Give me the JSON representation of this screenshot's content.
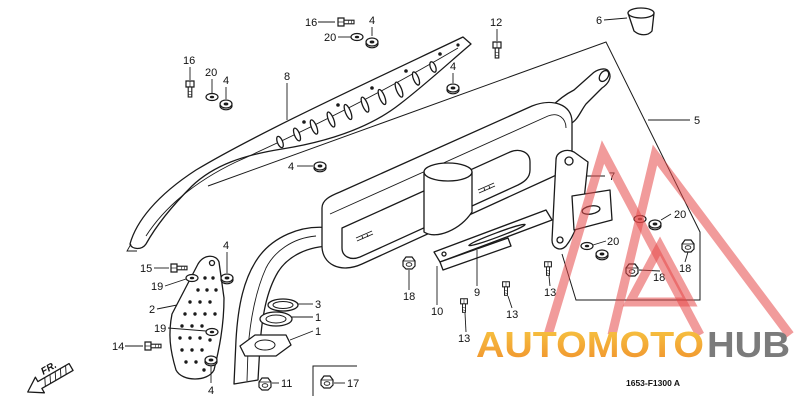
{
  "callouts": [
    "16",
    "20",
    "4",
    "12",
    "6",
    "16",
    "20",
    "4",
    "8",
    "4",
    "5",
    "4",
    "7",
    "20",
    "20",
    "18",
    "18",
    "15",
    "19",
    "4",
    "2",
    "3",
    "1",
    "1",
    "19",
    "14",
    "4",
    "11",
    "17",
    "18",
    "10",
    "9",
    "13",
    "13",
    "13"
  ],
  "diagram_code": "1653-F1300 A",
  "direction_label": "FR.",
  "watermark": {
    "brand_primary": "AUTOMOTO",
    "brand_secondary": "HUB"
  },
  "colors": {
    "line": "#1a1a1a",
    "background": "#ffffff",
    "watermark_yellow": "#f7c843",
    "watermark_orange": "#f0902c",
    "watermark_gray": "#7b7b7b",
    "watermark_red": "#e64848"
  }
}
